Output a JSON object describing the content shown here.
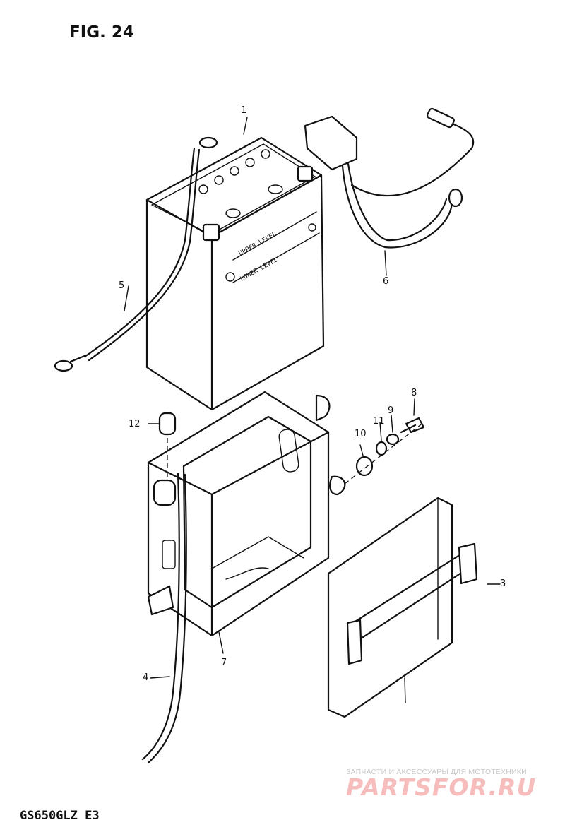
{
  "figure": {
    "title": "FIG. 24",
    "model_code": "GS650GLZ E3"
  },
  "callouts": {
    "c1": "1",
    "c3": "3",
    "c4": "4",
    "c5": "5",
    "c6": "6",
    "c7": "7",
    "c8": "8",
    "c9": "9",
    "c10": "10",
    "c11": "11",
    "c12": "12"
  },
  "battery_markings": {
    "upper": "UPPER LEVEL",
    "lower": "LOWER LEVEL"
  },
  "watermark": {
    "tagline": "ЗАПЧАСТИ И АКСЕССУАРЫ ДЛЯ МОТОТЕХНИКИ",
    "logo": "PARTSFOR.RU"
  }
}
